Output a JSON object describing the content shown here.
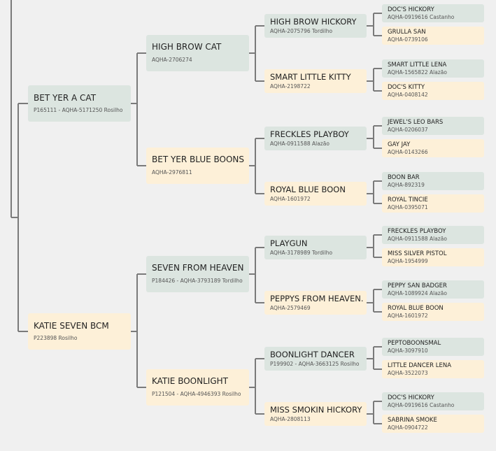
{
  "pedigree": {
    "sire": {
      "name": "BET YER A CAT",
      "reg": "P165111 - AQHA-5171250 Rosilho",
      "sire": {
        "name": "HIGH BROW CAT",
        "reg": "AQHA-2706274",
        "sire": {
          "name": "HIGH BROW HICKORY",
          "reg": "AQHA-2075796 Tordilho",
          "sire": {
            "name": "DOC'S HICKORY",
            "reg": "AQHA-0919616 Castanho"
          },
          "dam": {
            "name": "GRULLA SAN",
            "reg": "AQHA-0739106"
          }
        },
        "dam": {
          "name": "SMART LITTLE KITTY",
          "reg": "AQHA-2198722",
          "sire": {
            "name": "SMART LITTLE LENA",
            "reg": "AQHA-1565822 Alazão"
          },
          "dam": {
            "name": "DOC'S KITTY",
            "reg": "AQHA-0408142"
          }
        }
      },
      "dam": {
        "name": "BET YER BLUE BOONS",
        "reg": "AQHA-2976811",
        "sire": {
          "name": "FRECKLES PLAYBOY",
          "reg": "AQHA-0911588 Alazão",
          "sire": {
            "name": "JEWEL'S LEO BARS",
            "reg": "AQHA-0206037"
          },
          "dam": {
            "name": "GAY JAY",
            "reg": "AQHA-0143266"
          }
        },
        "dam": {
          "name": "ROYAL BLUE BOON",
          "reg": "AQHA-1601972",
          "sire": {
            "name": "BOON BAR",
            "reg": "AQHA-892319"
          },
          "dam": {
            "name": "ROYAL TINCIE",
            "reg": "AQHA-0395071"
          }
        }
      }
    },
    "dam": {
      "name": "KATIE SEVEN BCM",
      "reg": "P223898 Rosilho",
      "sire": {
        "name": "SEVEN FROM HEAVEN",
        "reg": "P184426 - AQHA-3793189 Tordilho",
        "sire": {
          "name": "PLAYGUN",
          "reg": "AQHA-3178989 Tordilho",
          "sire": {
            "name": "FRECKLES PLAYBOY",
            "reg": "AQHA-0911588 Alazão"
          },
          "dam": {
            "name": "MISS SILVER PISTOL",
            "reg": "AQHA-1954999"
          }
        },
        "dam": {
          "name": "PEPPYS FROM HEAVEN.",
          "reg": "AQHA-2579469",
          "sire": {
            "name": "PEPPY SAN BADGER",
            "reg": "AQHA-1089924 Alazão"
          },
          "dam": {
            "name": "ROYAL BLUE BOON",
            "reg": "AQHA-1601972"
          }
        }
      },
      "dam": {
        "name": "KATIE BOONLIGHT",
        "reg": "P121504 - AQHA-4946393 Rosilho",
        "sire": {
          "name": "BOONLIGHT DANCER",
          "reg": "P199902 - AQHA-3663125 Rosilho",
          "sire": {
            "name": "PEPTOBOONSMAL",
            "reg": "AQHA-3097910"
          },
          "dam": {
            "name": "LITTLE DANCER LENA",
            "reg": "AQHA-3522073"
          }
        },
        "dam": {
          "name": "MISS SMOKIN HICKORY",
          "reg": "AQHA-2808113",
          "sire": {
            "name": "DOC'S HICKORY",
            "reg": "AQHA-0919616 Castanho"
          },
          "dam": {
            "name": "SABRINA SMOKE",
            "reg": "AQHA-0904722"
          }
        }
      }
    }
  },
  "colors": {
    "sire_card": "#dce5e0",
    "dam_card": "#fdf0d8",
    "connector": "#7a7a7a",
    "background": "#f0f0f0"
  }
}
